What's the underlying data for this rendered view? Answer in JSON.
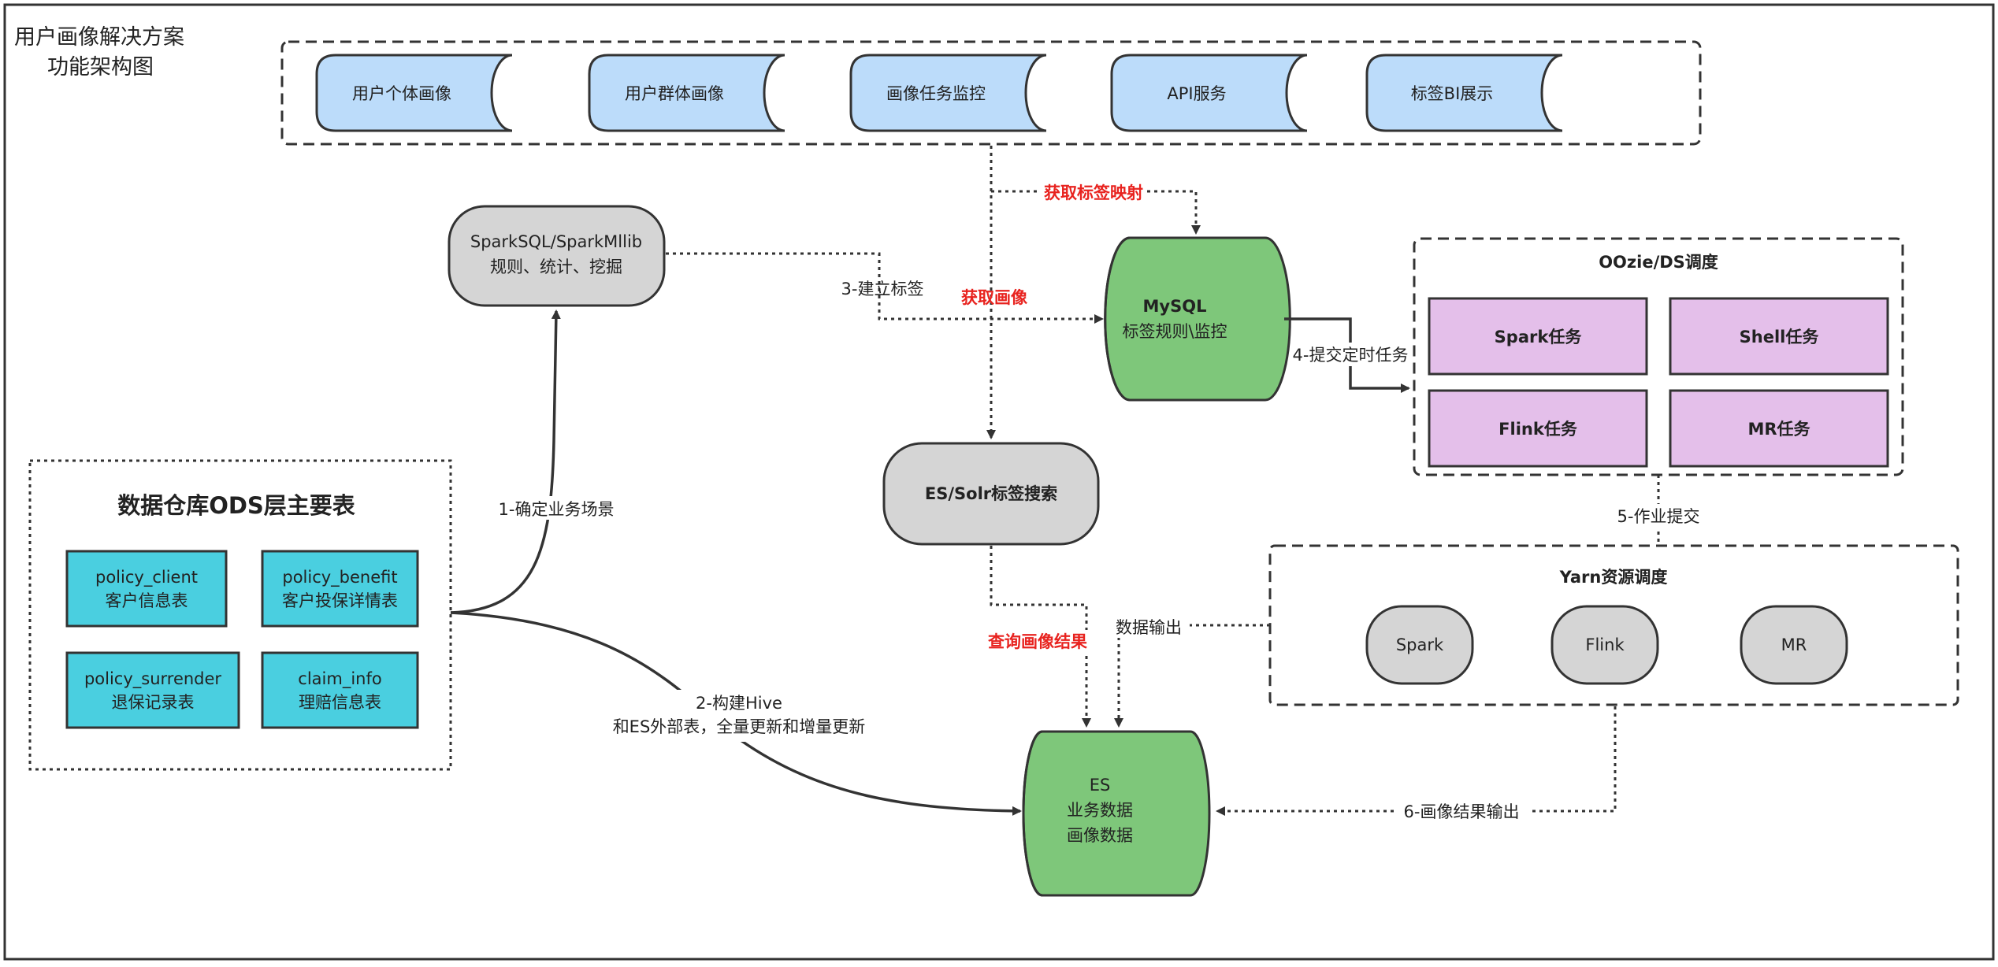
{
  "title": {
    "line1": "用户画像解决方案",
    "line2": "功能架构图"
  },
  "top_modules": [
    "用户个体画像",
    "用户群体画像",
    "画像任务监控",
    "API服务",
    "标签BI展示"
  ],
  "spark_sql": {
    "line1": "SparkSQL/SparkMllib",
    "line2": "规则、统计、挖掘"
  },
  "mysql": {
    "line1": "MySQL",
    "line2": "标签规则\\监控"
  },
  "oozie": {
    "title": "OOzie/DS调度",
    "tasks": [
      "Spark任务",
      "Shell任务",
      "Flink任务",
      "MR任务"
    ]
  },
  "es_solr": {
    "label": "ES/Solr标签搜索"
  },
  "ods": {
    "title": "数据仓库ODS层主要表",
    "tables": [
      {
        "name": "policy_client",
        "desc": "客户信息表"
      },
      {
        "name": "policy_benefit",
        "desc": "客户投保详情表"
      },
      {
        "name": "policy_surrender",
        "desc": "退保记录表"
      },
      {
        "name": "claim_info",
        "desc": "理赔信息表"
      }
    ]
  },
  "yarn": {
    "title": "Yarn资源调度",
    "engines": [
      "Spark",
      "Flink",
      "MR"
    ]
  },
  "es_store": {
    "line1": "ES",
    "line2": "业务数据",
    "line3": "画像数据"
  },
  "edges": {
    "get_tag_mapping": "获取标签映射",
    "get_profile": "获取画像",
    "build_tag": "3-建立标签",
    "submit_timed": "4-提交定时任务",
    "job_submit": "5-作业提交",
    "confirm_scene": "1-确定业务场景",
    "build_hive_line1": "2-构建Hive",
    "build_hive_line2": "和ES外部表，全量更新和增量更新",
    "query_result": "查询画像结果",
    "data_output": "数据输出",
    "profile_output": "6-画像结果输出"
  },
  "colors": {
    "module_blue": "#bcdcfa",
    "node_gray": "#d5d5d5",
    "db_green": "#7ec77a",
    "task_purple": "#e4bfea",
    "table_cyan": "#4acfe0",
    "edge_red": "#e8231f"
  }
}
